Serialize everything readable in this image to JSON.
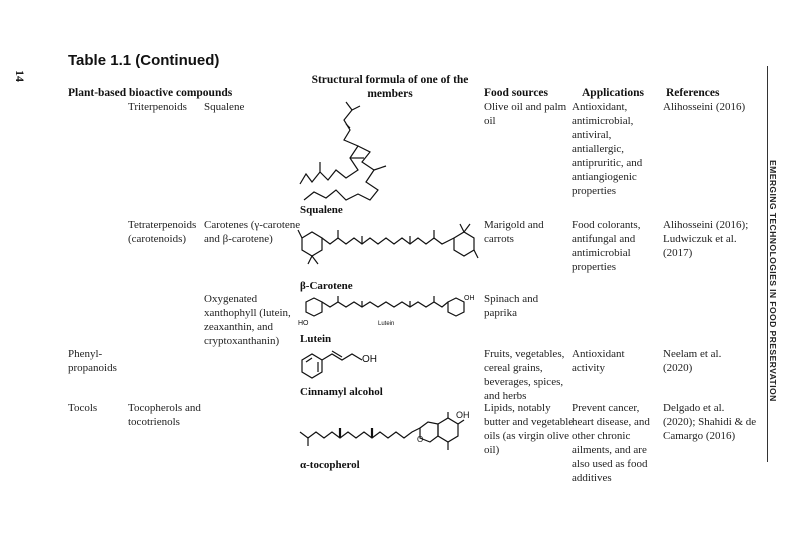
{
  "page_number": "14",
  "table_title": "Table 1.1 (Continued)",
  "side_header": "EMERGING TECHNOLOGIES IN FOOD PRESERVATION",
  "columns": {
    "compounds": "Plant-based bioactive compounds",
    "structure": "Structural formula of one of the members",
    "food_sources": "Food sources",
    "applications": "Applications",
    "references": "References"
  },
  "rows": [
    {
      "class": "",
      "subclass": "Triterpenoids",
      "members": "Squalene",
      "structure_caption": "Squalene",
      "food_sources": "Olive oil and palm oil",
      "applications": "Antioxidant, antimicrobial, antiviral, antiallergic, antipruritic, and antiangiogenic properties",
      "references": "Alihosseini (2016)"
    },
    {
      "class": "",
      "subclass": "Tetraterpenoids (carotenoids)",
      "members": "Carotenes (γ-carotene and β-carotene)",
      "structure_caption": "β-Carotene",
      "food_sources": "Marigold and carrots",
      "applications": "Food colorants, antifungal and antimicrobial properties",
      "references": "Alihosseini (2016); Ludwiczuk et al. (2017)"
    },
    {
      "class": "",
      "subclass": "",
      "members": "Oxygenated xanthophyll (lutein, zeaxanthin, and cryptoxanthanin)",
      "structure_caption": "Lutein",
      "structure_labels": [
        "OH",
        "HO",
        "Lutein"
      ],
      "food_sources": "Spinach and paprika",
      "applications": "",
      "references": ""
    },
    {
      "class": "Phenyl-propanoids",
      "subclass": "",
      "members": "",
      "structure_caption": "Cinnamyl alcohol",
      "structure_labels": [
        "OH"
      ],
      "food_sources": "Fruits, vegetables, cereal grains, beverages, spices, and herbs",
      "applications": "Antioxidant activity",
      "references": "Neelam et al. (2020)"
    },
    {
      "class": "Tocols",
      "subclass": "Tocopherols and tocotrienols",
      "members": "",
      "structure_caption": "α-tocopherol",
      "structure_labels": [
        "OH",
        "O"
      ],
      "food_sources": "Lipids, notably butter and vegetable oils (as virgin olive oil)",
      "applications": "Prevent cancer, heart disease, and other chronic ailments, and are also used as food additives",
      "references": "Delgado et al. (2020); Shahidi & de Camargo (2016)"
    }
  ]
}
